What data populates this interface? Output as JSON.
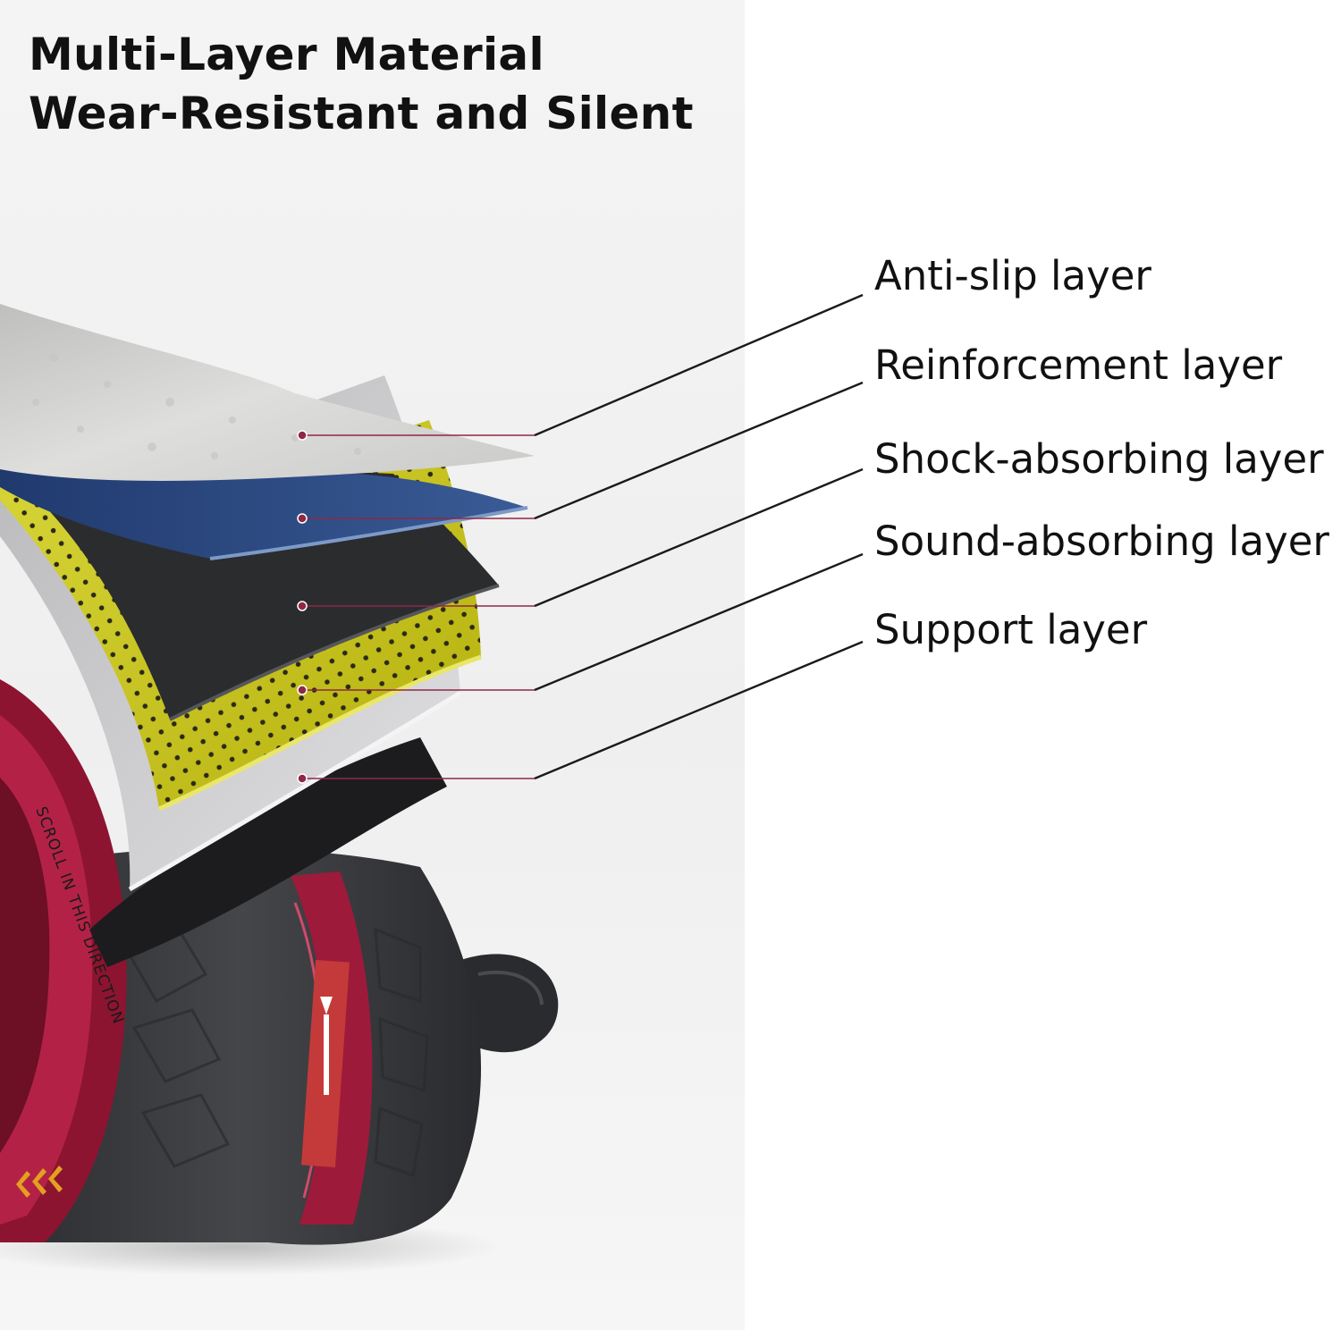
{
  "title": {
    "line1": "Multi-Layer Material",
    "line2": "Wear-Resistant and Silent"
  },
  "layers": [
    {
      "label": "Anti-slip layer"
    },
    {
      "label": "Reinforcement layer"
    },
    {
      "label": "Shock-absorbing layer"
    },
    {
      "label": "Sound-absorbing layer"
    },
    {
      "label": "Support layer"
    }
  ],
  "wheel_text": {
    "direction": "SCROLL IN THIS DIRECTION"
  },
  "colors": {
    "wheel_red": "#9e1a3a",
    "tire": "#3a3b3e",
    "anti_slip": "#d7d7d5",
    "reinforcement": "#2e4d86",
    "shock_absorbing": "#2b2c2e",
    "sound_absorbing": "#c7c214",
    "support": "#cfcfd1",
    "marker": "#8e2844"
  },
  "icons": {
    "direction_arrow": "chevron-left-icon"
  }
}
